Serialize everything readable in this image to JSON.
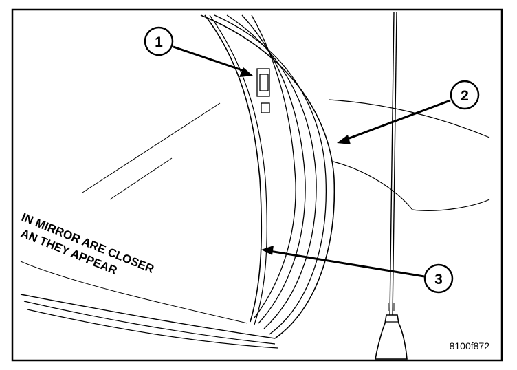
{
  "callouts": [
    {
      "label": "1"
    },
    {
      "label": "2"
    },
    {
      "label": "3"
    }
  ],
  "mirror_caption": {
    "line1": "IN MIRROR ARE CLOSER",
    "line2": "AN THEY APPEAR"
  },
  "figure_id": "8100f872",
  "colors": {
    "ink": "#000000",
    "paper": "#ffffff"
  }
}
